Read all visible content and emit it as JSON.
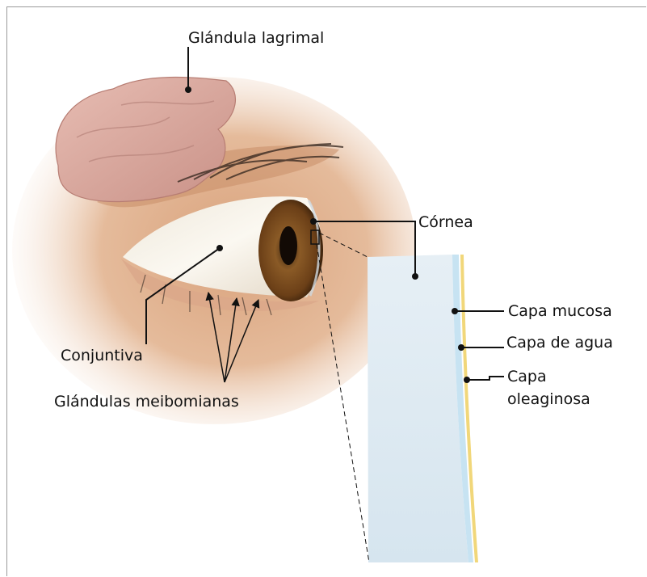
{
  "labels": {
    "lacrimal_gland": "Glándula lagrimal",
    "cornea": "Córnea",
    "conjunctiva": "Conjuntiva",
    "meibomian_glands": "Glándulas meibomianas",
    "mucous_layer": "Capa mucosa",
    "water_layer": "Capa de agua",
    "oily_layer_line1": "Capa",
    "oily_layer_line2": "oleaginosa"
  },
  "colors": {
    "skin": "#d9a783",
    "gland": "#d9a9a0",
    "iris": "#7a4a1e",
    "sclera": "#f7f3ea",
    "cornea_section": "#dbe8f1",
    "mucous_layer": "#c7e3f2",
    "oily_layer": "#f1d77a",
    "leader_line": "#111111"
  }
}
